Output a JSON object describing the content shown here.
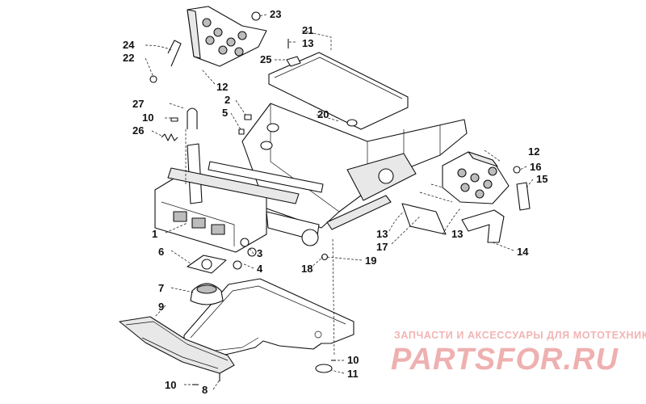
{
  "callouts": [
    {
      "id": "c1",
      "text": "1"
    },
    {
      "id": "c2",
      "text": "2"
    },
    {
      "id": "c3",
      "text": "3"
    },
    {
      "id": "c4",
      "text": "4"
    },
    {
      "id": "c5",
      "text": "5"
    },
    {
      "id": "c6",
      "text": "6"
    },
    {
      "id": "c7",
      "text": "7"
    },
    {
      "id": "c8",
      "text": "8"
    },
    {
      "id": "c9",
      "text": "9"
    },
    {
      "id": "c10a",
      "text": "10"
    },
    {
      "id": "c10b",
      "text": "10"
    },
    {
      "id": "c10c",
      "text": "10"
    },
    {
      "id": "c11",
      "text": "11"
    },
    {
      "id": "c12a",
      "text": "12"
    },
    {
      "id": "c12b",
      "text": "12"
    },
    {
      "id": "c13a",
      "text": "13"
    },
    {
      "id": "c13b",
      "text": "13"
    },
    {
      "id": "c13c",
      "text": "13"
    },
    {
      "id": "c14",
      "text": "14"
    },
    {
      "id": "c15",
      "text": "15"
    },
    {
      "id": "c16",
      "text": "16"
    },
    {
      "id": "c17",
      "text": "17"
    },
    {
      "id": "c18",
      "text": "18"
    },
    {
      "id": "c19",
      "text": "19"
    },
    {
      "id": "c20",
      "text": "20"
    },
    {
      "id": "c21",
      "text": "21"
    },
    {
      "id": "c22",
      "text": "22"
    },
    {
      "id": "c23",
      "text": "23"
    },
    {
      "id": "c24",
      "text": "24"
    },
    {
      "id": "c25",
      "text": "25"
    },
    {
      "id": "c26",
      "text": "26"
    },
    {
      "id": "c27",
      "text": "27"
    }
  ],
  "watermark": {
    "tagline": "ЗАПЧАСТИ И АКСЕССУАРЫ ДЛЯ МОТОТЕХНИКИ",
    "logo_text": "PARTSFOR.RU"
  },
  "colors": {
    "line": "#111111",
    "watermark": "#efb0b0",
    "background": "#ffffff"
  }
}
